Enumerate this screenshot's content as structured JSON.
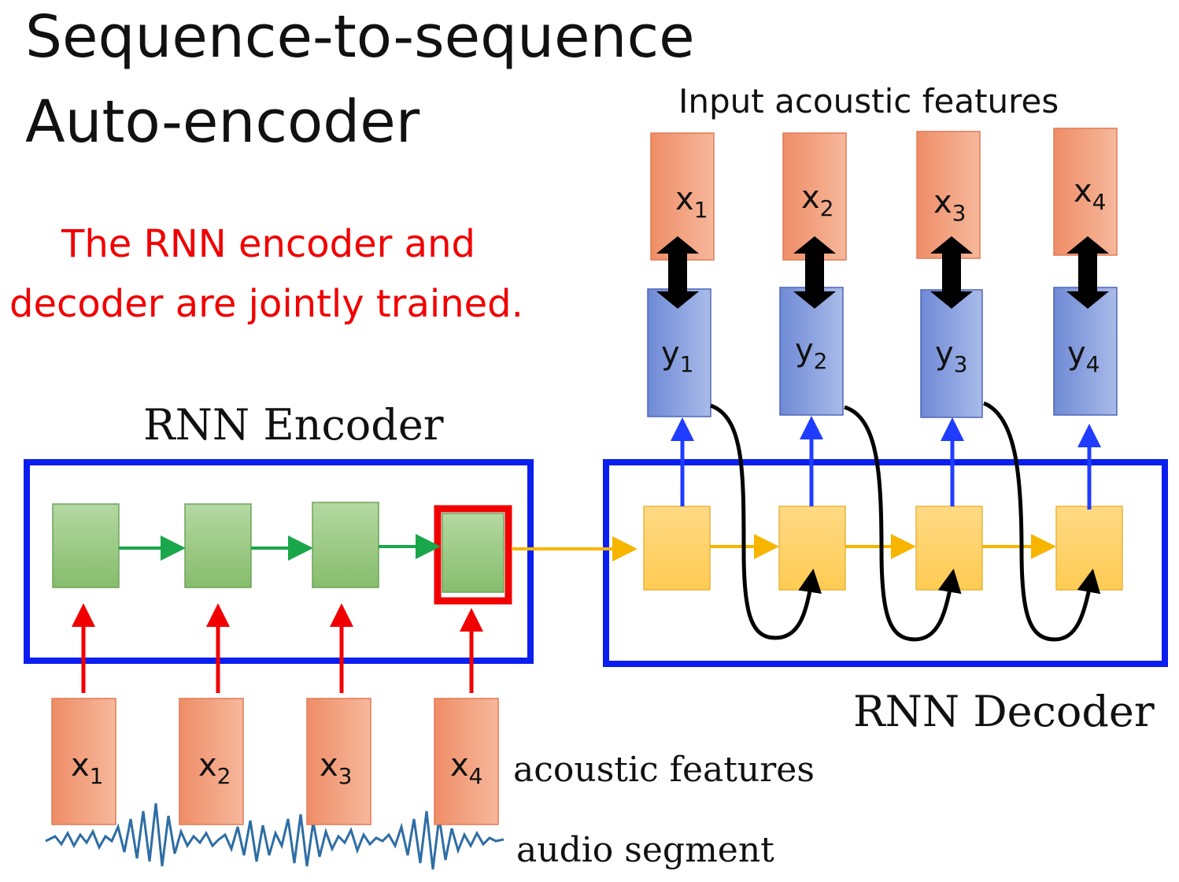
{
  "title": {
    "line1": "Sequence-to-sequence",
    "line2": "Auto-encoder"
  },
  "note": {
    "line1": "The RNN encoder and",
    "line2": "decoder are jointly trained."
  },
  "labels": {
    "input_features": "Input acoustic features",
    "encoder": "RNN Encoder",
    "decoder": "RNN Decoder",
    "acoustic_features": "acoustic features",
    "audio_segment": "audio segment"
  },
  "inputs": [
    {
      "base": "x",
      "sub": "1"
    },
    {
      "base": "x",
      "sub": "2"
    },
    {
      "base": "x",
      "sub": "3"
    },
    {
      "base": "x",
      "sub": "4"
    }
  ],
  "targets": [
    {
      "base": "x",
      "sub": "1"
    },
    {
      "base": "x",
      "sub": "2"
    },
    {
      "base": "x",
      "sub": "3"
    },
    {
      "base": "x",
      "sub": "4"
    }
  ],
  "outputs": [
    {
      "base": "y",
      "sub": "1"
    },
    {
      "base": "y",
      "sub": "2"
    },
    {
      "base": "y",
      "sub": "3"
    },
    {
      "base": "y",
      "sub": "4"
    }
  ],
  "colors": {
    "encoder_cell": "#a3cf8e",
    "decoder_cell": "#ffd36b",
    "feature_box": "#f29a78",
    "output_box": "#8fa8e0",
    "frame_blue": "#0a1ef0",
    "highlight_red": "#f00000",
    "arrow_green": "#1aa64a",
    "arrow_orange": "#f7b500",
    "arrow_red": "#f00000",
    "arrow_blue": "#1f3cff",
    "waveform": "#2e6da4"
  }
}
